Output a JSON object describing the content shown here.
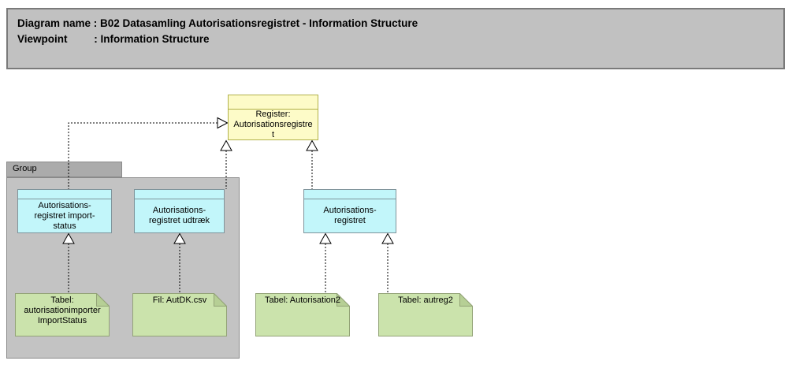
{
  "title_block": {
    "line1": "Diagram name : B02 Datasamling Autorisationsregistret - Information Structure",
    "line2": "Viewpoint         : Information Structure"
  },
  "nodes": {
    "register": {
      "label": "Register:\nAutorisationsregistre\nt"
    },
    "group": {
      "label": "Group"
    },
    "import_status": {
      "label": "Autorisations-\nregistret import-\nstatus"
    },
    "udtraek": {
      "label": "Autorisations-\nregistret udtræk"
    },
    "autorisationsregistret": {
      "label": "Autorisations-\nregistret"
    }
  },
  "notes": {
    "import_status_table": {
      "label": "Tabel:\nautorisationimporter\nImportStatus"
    },
    "autdk_file": {
      "label": "Fil: AutDK.csv"
    },
    "autorisation2_table": {
      "label": "Tabel: Autorisation2"
    },
    "autreg2_table": {
      "label": "Tabel: autreg2"
    }
  },
  "colors": {
    "title-fill": "#c1c1c1",
    "title-border": "#7a7a7a",
    "group-tab-fill": "#ababab",
    "group-fill": "#c3c3c3",
    "group-border": "#8a8a8a",
    "object-fill": "#fdfbc8",
    "object-border": "#b1b14a",
    "class-fill": "#c2f6fa",
    "class-border": "#7f949b",
    "note-fill": "#cbe3ac",
    "note-border": "#93a377",
    "note-fold": "#b6cf95",
    "connector": "#000000"
  }
}
